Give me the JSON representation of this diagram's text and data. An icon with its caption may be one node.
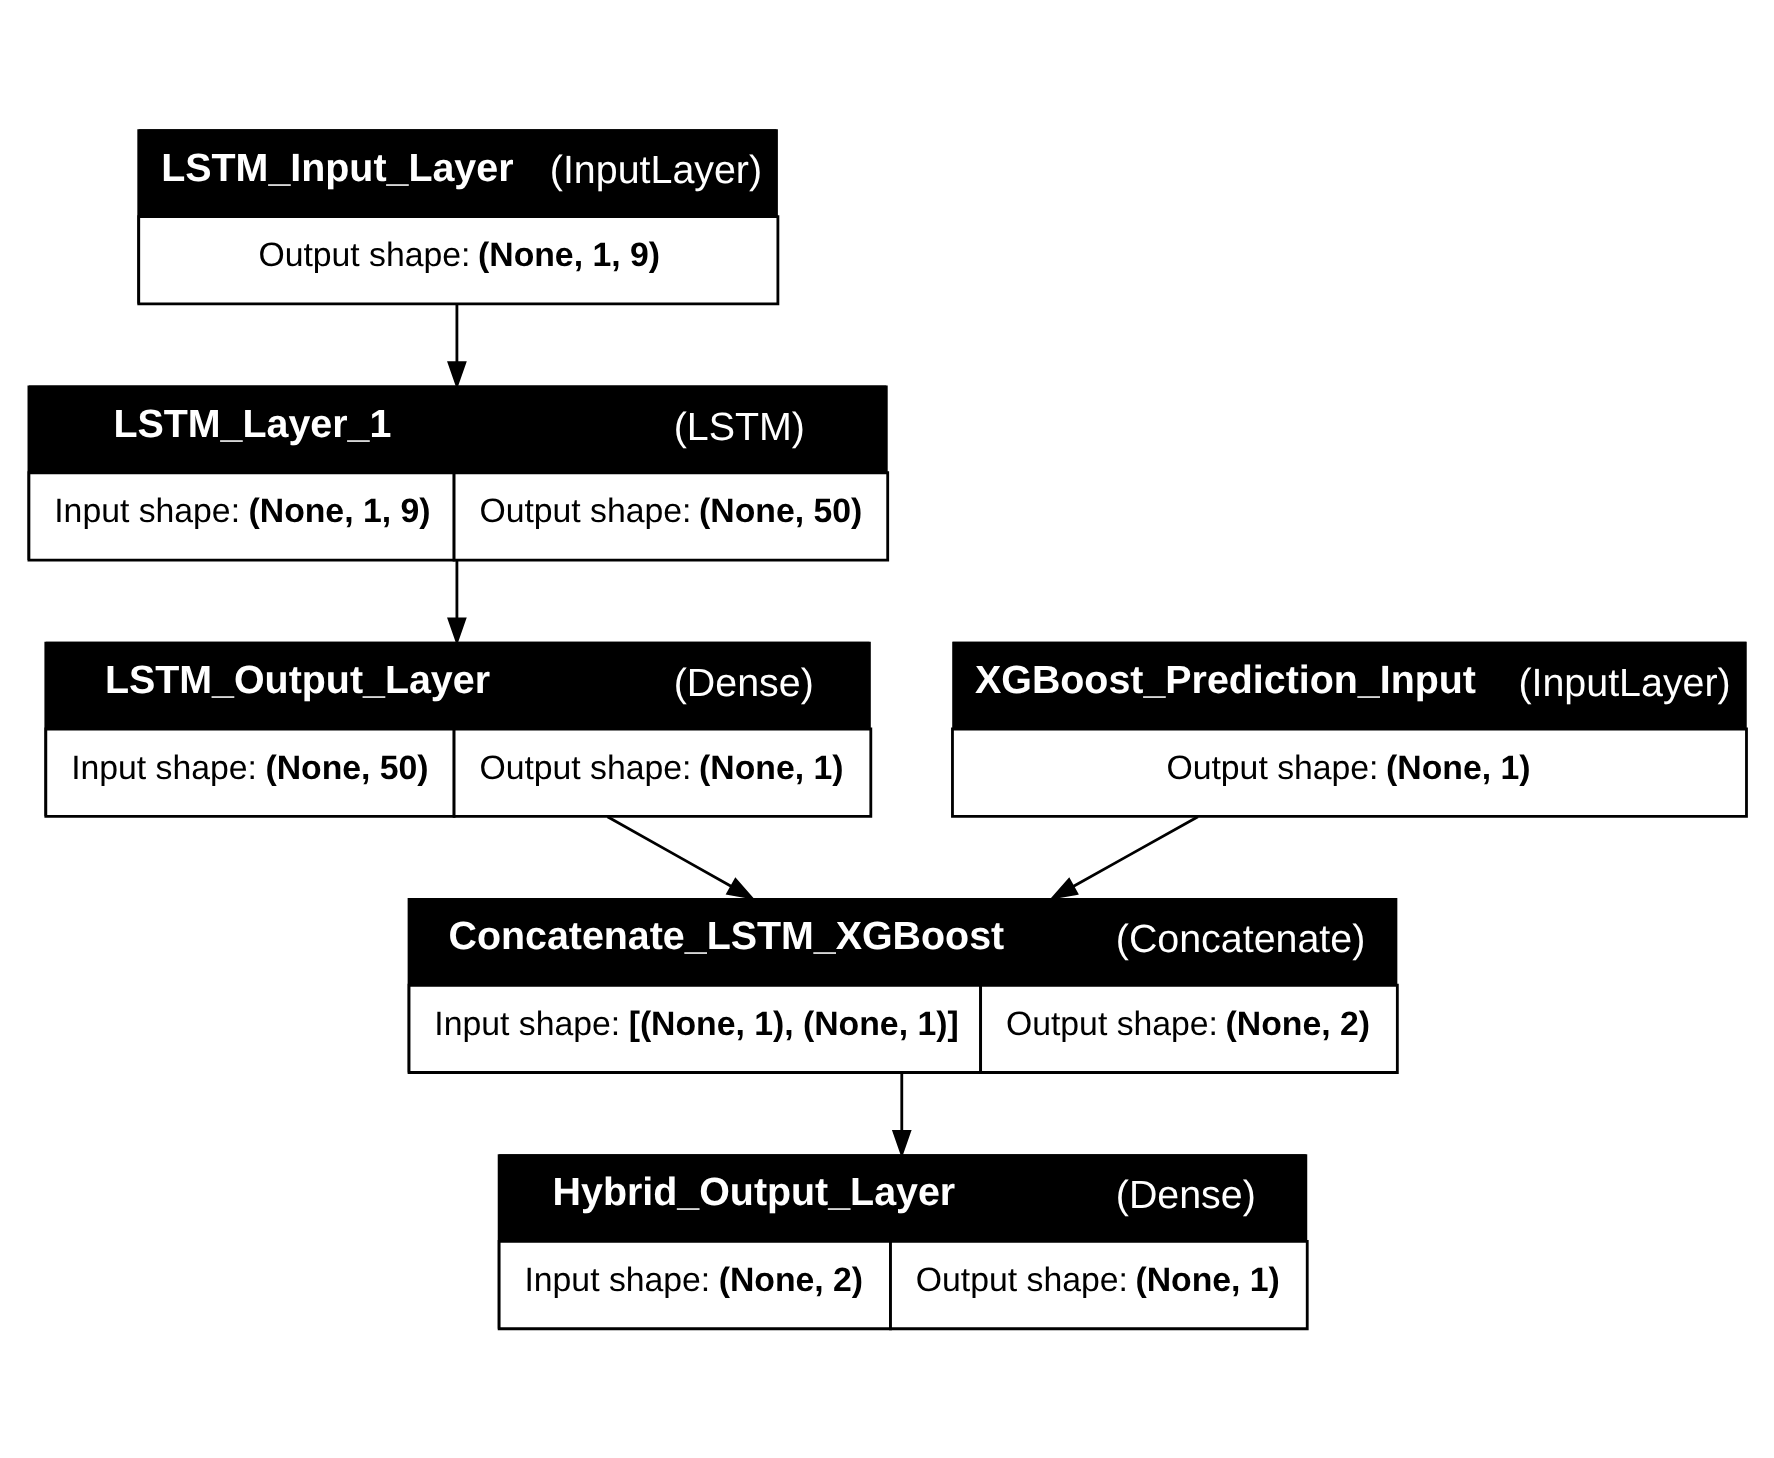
{
  "diagram": {
    "nodes": [
      {
        "text": [
          "**LSTM_Input_Layer** (InputLayer)",
          "Output shape: **(None, 1, 9)**"
        ]
      },
      {
        "text": [
          "**LSTM_Layer_1** (LSTM)",
          "Input shape: **(None, 1, 9)**",
          "Output shape: **(None, 50)**"
        ]
      },
      {
        "text": [
          "**LSTM_Output_Layer** (Dense)",
          "Input shape: **(None, 50)**",
          "Output shape: **(None, 1)**"
        ]
      },
      {
        "text": [
          "**XGBoost_Prediction_Input** (InputLayer)",
          "Output shape: **(None, 1)**"
        ]
      },
      {
        "text": [
          "**Concatenate_LSTM_XGBoost** (Concatenate)",
          "Input shape: **[(None, 1), (None, 1)]**",
          "Output shape: **(None, 2)**"
        ]
      },
      {
        "text": [
          "**Hybrid_Output_Layer** (Dense)",
          "Input shape: **(None, 2)**",
          "Output shape: **(None, 1)**"
        ]
      }
    ],
    "edges": [
      {
        "from": 0,
        "to": 1,
        "arrow": "to"
      },
      {
        "from": 1,
        "to": 2,
        "arrow": "to"
      },
      {
        "from": 2,
        "to": 4,
        "arrow": "to"
      },
      {
        "from": 3,
        "to": 4,
        "arrow": "to"
      },
      {
        "from": 4,
        "to": 5,
        "arrow": "to"
      }
    ]
  }
}
